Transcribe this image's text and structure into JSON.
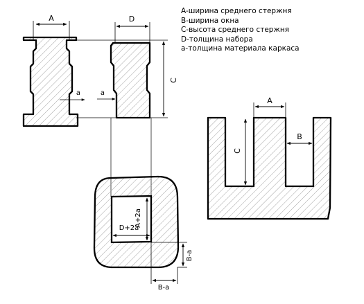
{
  "legend": [
    "A-ширина среднего стержня",
    "B-ширина окна",
    "C-высота среднего стержня",
    "D-толщина набора",
    "а-толщина материала каркаса"
  ],
  "labels": {
    "bobbin_side_width": "A",
    "bobbin_front_width": "D",
    "bobbin_height": "C",
    "wall_a_left": "a",
    "wall_a_right": "a",
    "core_width": "A",
    "core_window": "B",
    "core_height": "C",
    "inner_height": "A+2a",
    "inner_width": "D+2a",
    "outer_margin_h": "B-a",
    "outer_margin_v": "B-a"
  },
  "colors": {
    "line": "#000000",
    "hatch": "#9a9a9a",
    "background": "#ffffff"
  }
}
